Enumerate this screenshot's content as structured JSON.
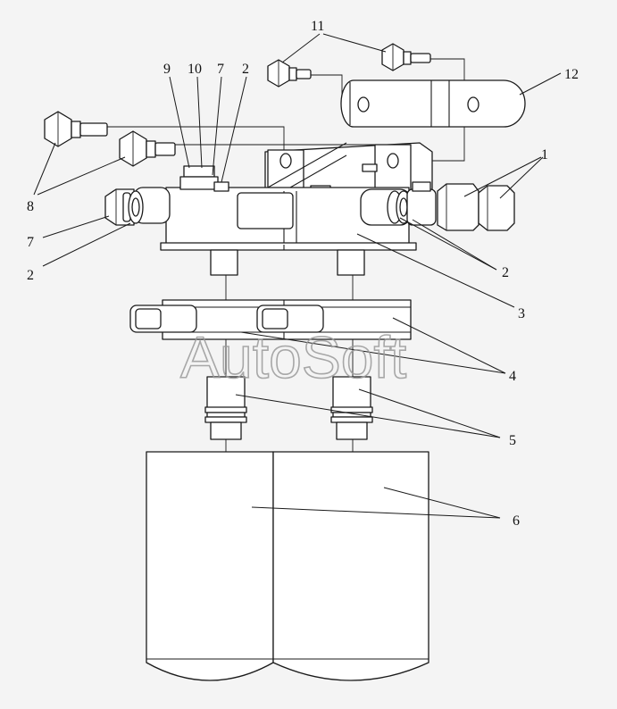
{
  "watermark": "AutoSoft",
  "colors": {
    "background": "#f4f4f4",
    "line": "#1a1a1a",
    "watermark": "#9a9a9a"
  },
  "callouts": {
    "c1": "1",
    "c2_top": "2",
    "c2_left": "2",
    "c2_right": "2",
    "c3": "3",
    "c4": "4",
    "c5": "5",
    "c6": "6",
    "c7_top": "7",
    "c7_left": "7",
    "c8": "8",
    "c9": "9",
    "c10": "10",
    "c11": "11",
    "c12": "12"
  }
}
